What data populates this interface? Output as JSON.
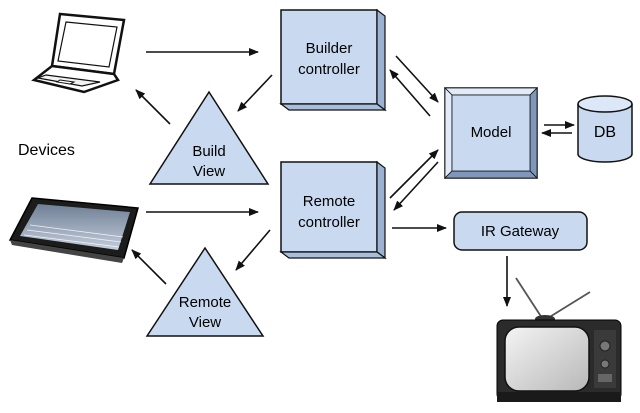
{
  "diagram": {
    "devices_label": "Devices",
    "builder_controller": {
      "line1": "Builder",
      "line2": "controller"
    },
    "remote_controller": {
      "line1": "Remote",
      "line2": "controller"
    },
    "build_view": {
      "line1": "Build",
      "line2": "View"
    },
    "remote_view": {
      "line1": "Remote",
      "line2": "View"
    },
    "model": "Model",
    "db": "DB",
    "ir_gateway": "IR Gateway",
    "colors": {
      "node_fill": "#c9daf0",
      "node_fill_light": "#dce8f7",
      "stroke": "#1a1a1a"
    },
    "icons": [
      "laptop-icon",
      "tablet-icon",
      "tv-icon"
    ]
  }
}
